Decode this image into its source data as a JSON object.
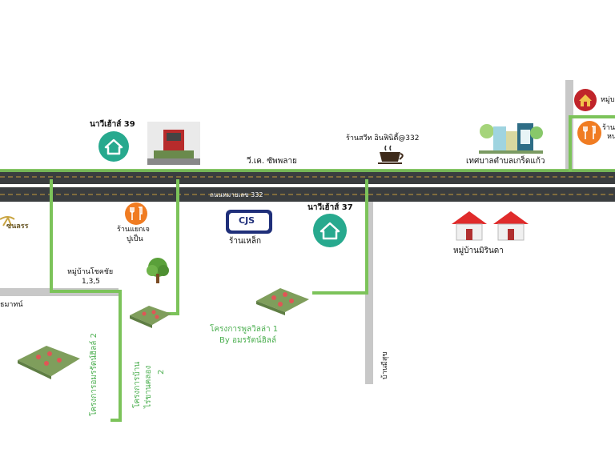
{
  "roads": {
    "top_road_label": "วี.เค. ซัพพลาย",
    "main_road_label": "ถนนหมายเลข 332"
  },
  "places": {
    "narry_39": "นาวีเฮ้าส์ 39",
    "narry_37": "นาวีเฮ้าส์ 37",
    "cafe": "ร้านสวีท อินฟินิตี้@332",
    "municipality": "เทศบาลตำบลเกร็ดแก้ว",
    "village_top_right": "หมู่บ",
    "restaurant_top_right_1": "ร้านอ",
    "restaurant_top_right_2": "หน",
    "restaurant_left_1": "ร้านแยกเจ",
    "restaurant_left_2": "ปูเป็น",
    "steel_shop": "ร้านเหล็ก",
    "cjs_logo": "CJS",
    "mirinda_village": "หมู่บ้านมิรินดา",
    "chokchai_village_1": "หมู่บ้านโชคชัย",
    "chokchai_village_2": "1,3,5",
    "left_brand": "ซนลรร",
    "left_road": "ธมาทน์",
    "soi_label": "บ้านมีสุข"
  },
  "projects": {
    "amornrat_2": "โครงการอมรรัตน์ฮิลล์ 2",
    "raikhanklong_2_a": "โครงการบ้าน",
    "raikhanklong_2_b": "ไร่ขานคลอง",
    "raikhanklong_2_c": "2",
    "poolvilla_1_a": "โครงการพูลวิลล่า 1",
    "poolvilla_1_b": "By อมรรัตน์ฮิลล์"
  },
  "colors": {
    "road": "#3a3d3f",
    "route": "#7cc35a",
    "teal": "#27a98e",
    "orange": "#f07c22",
    "red": "#e0302a",
    "gray_road": "#c8c8c8"
  }
}
